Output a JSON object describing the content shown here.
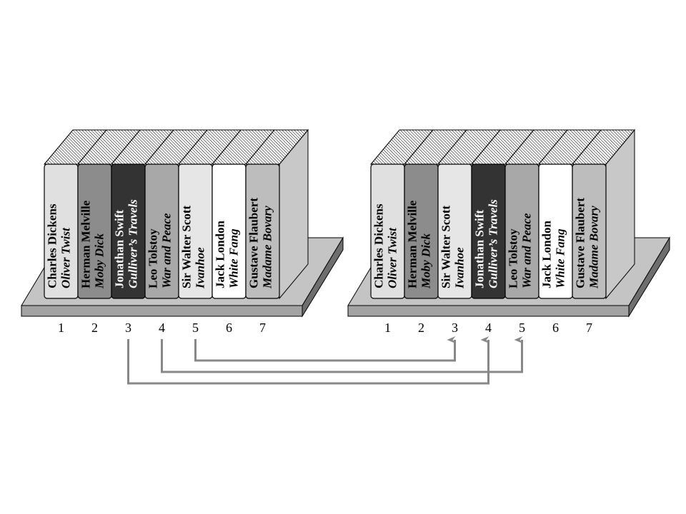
{
  "shelves": [
    {
      "books": [
        {
          "slot": "1",
          "author": "Charles Dickens",
          "title": "Oliver Twist",
          "color": "#e0e0e0",
          "text_color": "#000000"
        },
        {
          "slot": "2",
          "author": "Herman Melville",
          "title": "Moby Dick",
          "color": "#8c8c8c",
          "text_color": "#000000"
        },
        {
          "slot": "3",
          "author": "Jonathan Swift",
          "title": "Gulliver’s Travels",
          "color": "#333333",
          "text_color": "#ffffff"
        },
        {
          "slot": "4",
          "author": "Leo Tolstoy",
          "title": "War and Peace",
          "color": "#a8a8a8",
          "text_color": "#000000"
        },
        {
          "slot": "5",
          "author": "Sir Walter Scott",
          "title": "Ivanhoe",
          "color": "#e6e6e6",
          "text_color": "#000000"
        },
        {
          "slot": "6",
          "author": "Jack London",
          "title": "White Fang",
          "color": "#ffffff",
          "text_color": "#000000"
        },
        {
          "slot": "7",
          "author": "Gustave Flaubert",
          "title": "Madame Bovary",
          "color": "#bdbdbd",
          "text_color": "#000000"
        }
      ]
    },
    {
      "books": [
        {
          "slot": "1",
          "author": "Charles Dickens",
          "title": "Oliver Twist",
          "color": "#e0e0e0",
          "text_color": "#000000"
        },
        {
          "slot": "2",
          "author": "Herman Melville",
          "title": "Moby Dick",
          "color": "#8c8c8c",
          "text_color": "#000000"
        },
        {
          "slot": "3",
          "author": "Sir Walter Scott",
          "title": "Ivanhoe",
          "color": "#e6e6e6",
          "text_color": "#000000"
        },
        {
          "slot": "4",
          "author": "Jonathan Swift",
          "title": "Gulliver’s Travels",
          "color": "#333333",
          "text_color": "#ffffff"
        },
        {
          "slot": "5",
          "author": "Leo Tolstoy",
          "title": "War and Peace",
          "color": "#a8a8a8",
          "text_color": "#000000"
        },
        {
          "slot": "6",
          "author": "Jack London",
          "title": "White Fang",
          "color": "#ffffff",
          "text_color": "#000000"
        },
        {
          "slot": "7",
          "author": "Gustave Flaubert",
          "title": "Madame Bovary",
          "color": "#bdbdbd",
          "text_color": "#000000"
        }
      ]
    }
  ],
  "moves": [
    {
      "from_slot": "5",
      "to_slot": "3"
    },
    {
      "from_slot": "4",
      "to_slot": "5"
    },
    {
      "from_slot": "3",
      "to_slot": "4"
    }
  ],
  "colors": {
    "shelf_top": "#c4c4c4",
    "shelf_front": "#a3a3a3",
    "shelf_side": "#6e6e6e",
    "book_top": "#ffffff",
    "back_panel": "#c8c8c8",
    "arrow": "#888888"
  }
}
